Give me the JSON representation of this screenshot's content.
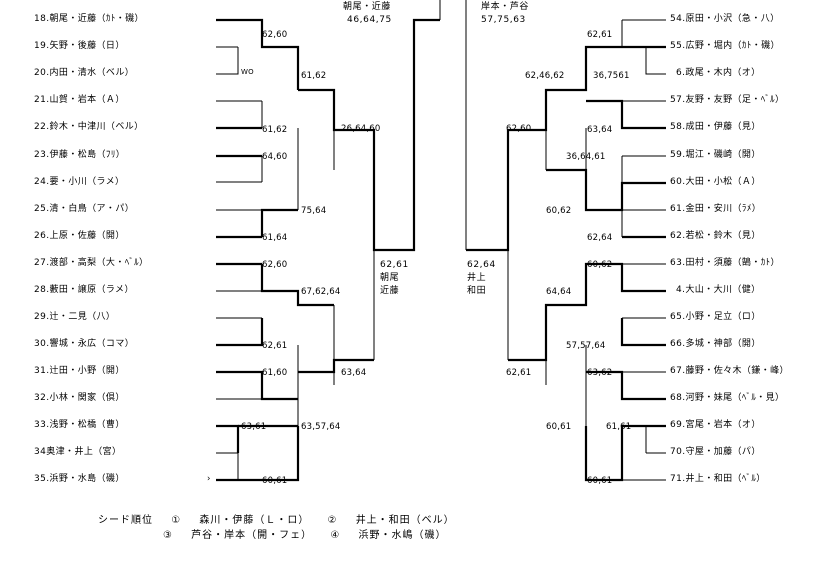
{
  "left_entries": [
    "18.朝尾・近藤（ｶﾄ・磯）",
    "19.矢野・後藤（日）",
    "20.内田・清水（ベル）",
    "21.山賀・岩本（Ａ）",
    "22.鈴木・中津川（ベル）",
    "23.伊藤・松島（ﾌﾘ）",
    "24.要・小川（ラメ）",
    "25.清・白鳥（ア・パ）",
    "26.上原・佐藤（開）",
    "27.渡部・高梨（大・ﾍﾞﾙ）",
    "28.藪田・譲原（ラメ）",
    "29.辻・二見（八）",
    "30.響城・永広（コマ）",
    "31.辻田・小野（開）",
    "32.小林・関家（倶）",
    "33.浅野・松橋（曹）",
    "34奥津・井上（宮）",
    "35.浜野・水島（磯）"
  ],
  "right_entries": [
    "54.原田・小沢（急・八）",
    "55.広野・堀内（ｶﾄ・磯）",
    "6.政尾・木内（オ）",
    "57.友野・友野（足・ﾍﾞﾙ）",
    "58.成田・伊藤（見）",
    "59.堀江・磯崎（開）",
    "60.大田・小松（Ａ）",
    "61.金田・安川（ﾗﾒ）",
    "62.若松・鈴木（見）",
    "63.田村・須藤（鵠・ｶﾄ）",
    "4.大山・大川（健）",
    "65.小野・足立（ロ）",
    "66.多城・神部（開）",
    "67.藤野・佐々木（鎌・峰）",
    "68.河野・妹尾（ﾍﾞﾙ・見）",
    "69.宮尾・岩本（オ）",
    "70.守屋・加藤（パ）",
    "71.井上・和田（ﾍﾞﾙ）"
  ],
  "scores_left": {
    "r1_a": "62,60",
    "r1_wo": "WO",
    "r1_b": "61,62",
    "r1_c": "64,60",
    "r1_d": "61,64",
    "r1_e": "62,60",
    "r1_f": "62,61",
    "r1_g": "61,60",
    "r1_h": "63,61",
    "r1_i": "60,61",
    "r2_a": "61,62",
    "r2_b": "75,64",
    "r2_c": "67,62,64",
    "r2_d": "63,57,64",
    "r3_a": "26,64,60",
    "r3_b": "63,64"
  },
  "scores_right": {
    "r1_a": "62,61",
    "r1_b": "36,7561",
    "r1_c": "63,64",
    "r1_d": "36,64,61",
    "r1_e": "62,64",
    "r1_f": "60,62",
    "r1_g": "57,57,64",
    "r1_h": "63,62",
    "r1_i": "61,61",
    "r1_j": "60,61",
    "r2_a": "62,46,62",
    "r2_b": "60,62",
    "r2_c": "64,64",
    "r2_d": "60,61",
    "r3_a": "62,60",
    "r3_b": "62,61"
  },
  "semifinal_left": {
    "score": "62,61",
    "name1": "朝尾",
    "name2": "近藤"
  },
  "semifinal_right": {
    "score": "62,64",
    "name1": "井上",
    "name2": "和田"
  },
  "top_left": {
    "pair": "朝尾・近藤",
    "score": "46,64,75"
  },
  "top_right": {
    "pair": "岸本・芦谷",
    "score": "57,75,63"
  },
  "seeds": {
    "label": "シード順位",
    "s1_mark": "①",
    "s1": "森川・伊藤（Ｌ・ロ）",
    "s2_mark": "②",
    "s2": "井上・和田（ベル）",
    "s3_mark": "③",
    "s3": "芦谷・岸本（開・フェ）",
    "s4_mark": "④",
    "s4": "浜野・水嶋（磯）"
  },
  "wo_marker": "›"
}
